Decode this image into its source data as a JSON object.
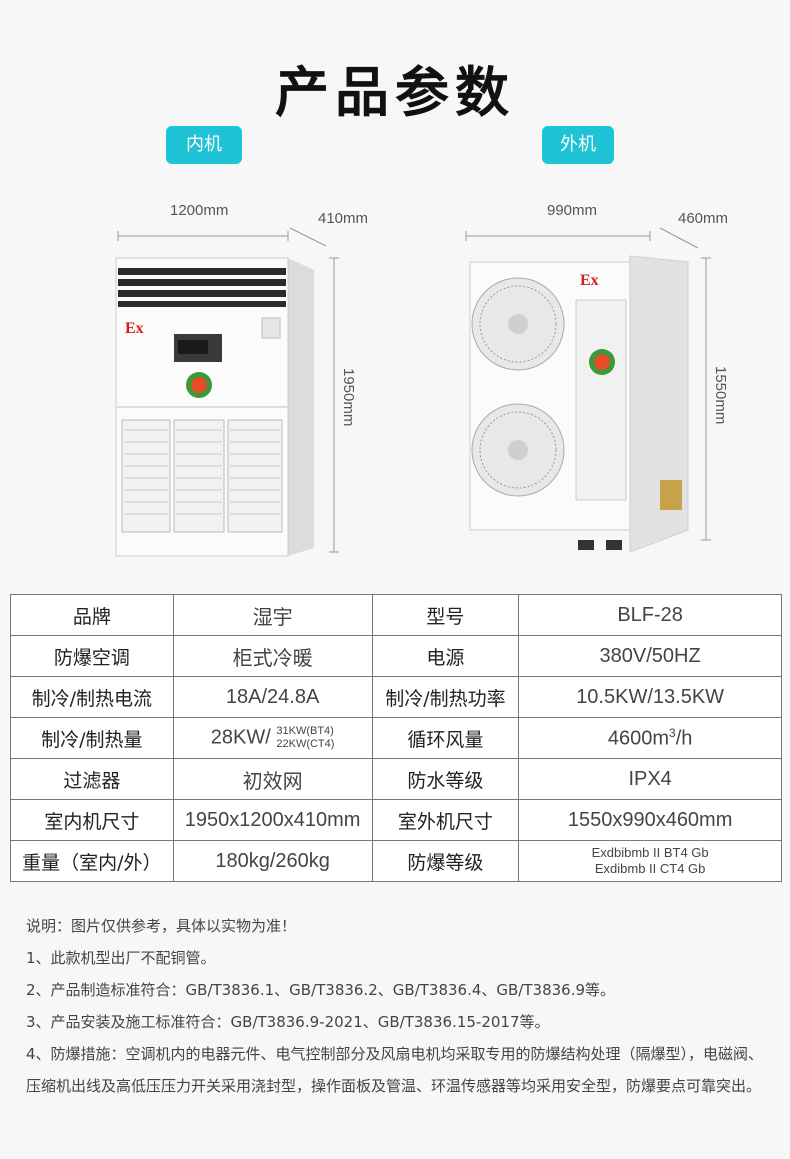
{
  "title": "产品参数",
  "units": {
    "indoor_label": "内机",
    "outdoor_label": "外机"
  },
  "indoor_dims": {
    "width": "1200mm",
    "depth": "410mm",
    "height": "1950mm"
  },
  "outdoor_dims": {
    "width": "990mm",
    "depth": "460mm",
    "height": "1550mm"
  },
  "badge": {
    "ex": "Ex"
  },
  "spec_table": {
    "rows": [
      {
        "k1": "品牌",
        "v1": "湿宇",
        "k2": "型号",
        "v2": "BLF-28"
      },
      {
        "k1": "防爆空调",
        "v1": "柜式冷暖",
        "k2": "电源",
        "v2": "380V/50HZ"
      },
      {
        "k1": "制冷/制热电流",
        "v1": "18A/24.8A",
        "k2": "制冷/制热功率",
        "v2": "10.5KW/13.5KW"
      },
      {
        "k1": "制冷/制热量",
        "v1_main": "28KW/",
        "v1_sub1": "31KW(BT4)",
        "v1_sub2": "22KW(CT4)",
        "k2": "循环风量",
        "v2_main": "4600m",
        "v2_sup": "3",
        "v2_tail": "/h"
      },
      {
        "k1": "过滤器",
        "v1": "初效网",
        "k2": "防水等级",
        "v2": "IPX4"
      },
      {
        "k1": "室内机尺寸",
        "v1": "1950x1200x410mm",
        "k2": "室外机尺寸",
        "v2": "1550x990x460mm"
      },
      {
        "k1": "重量（室内/外）",
        "v1": "180kg/260kg",
        "k2": "防爆等级",
        "v2_line1": "Exdbibmb II BT4 Gb",
        "v2_line2": "Exdibmb II CT4 Gb"
      }
    ]
  },
  "notes": [
    "说明：图片仅供参考，具体以实物为准！",
    "1、此款机型出厂不配铜管。",
    "2、产品制造标准符合：GB/T3836.1、GB/T3836.2、GB/T3836.4、GB/T3836.9等。",
    "3、产品安装及施工标准符合：GB/T3836.9-2021、GB/T3836.15-2017等。",
    "4、防爆措施：空调机内的电器元件、电气控制部分及风扇电机均采取专用的防爆结构处理（隔爆型），电磁阀、压缩机出线及高低压压力开关采用浇封型，操作面板及管温、环温传感器等均采用安全型，防爆要点可靠突出。"
  ]
}
